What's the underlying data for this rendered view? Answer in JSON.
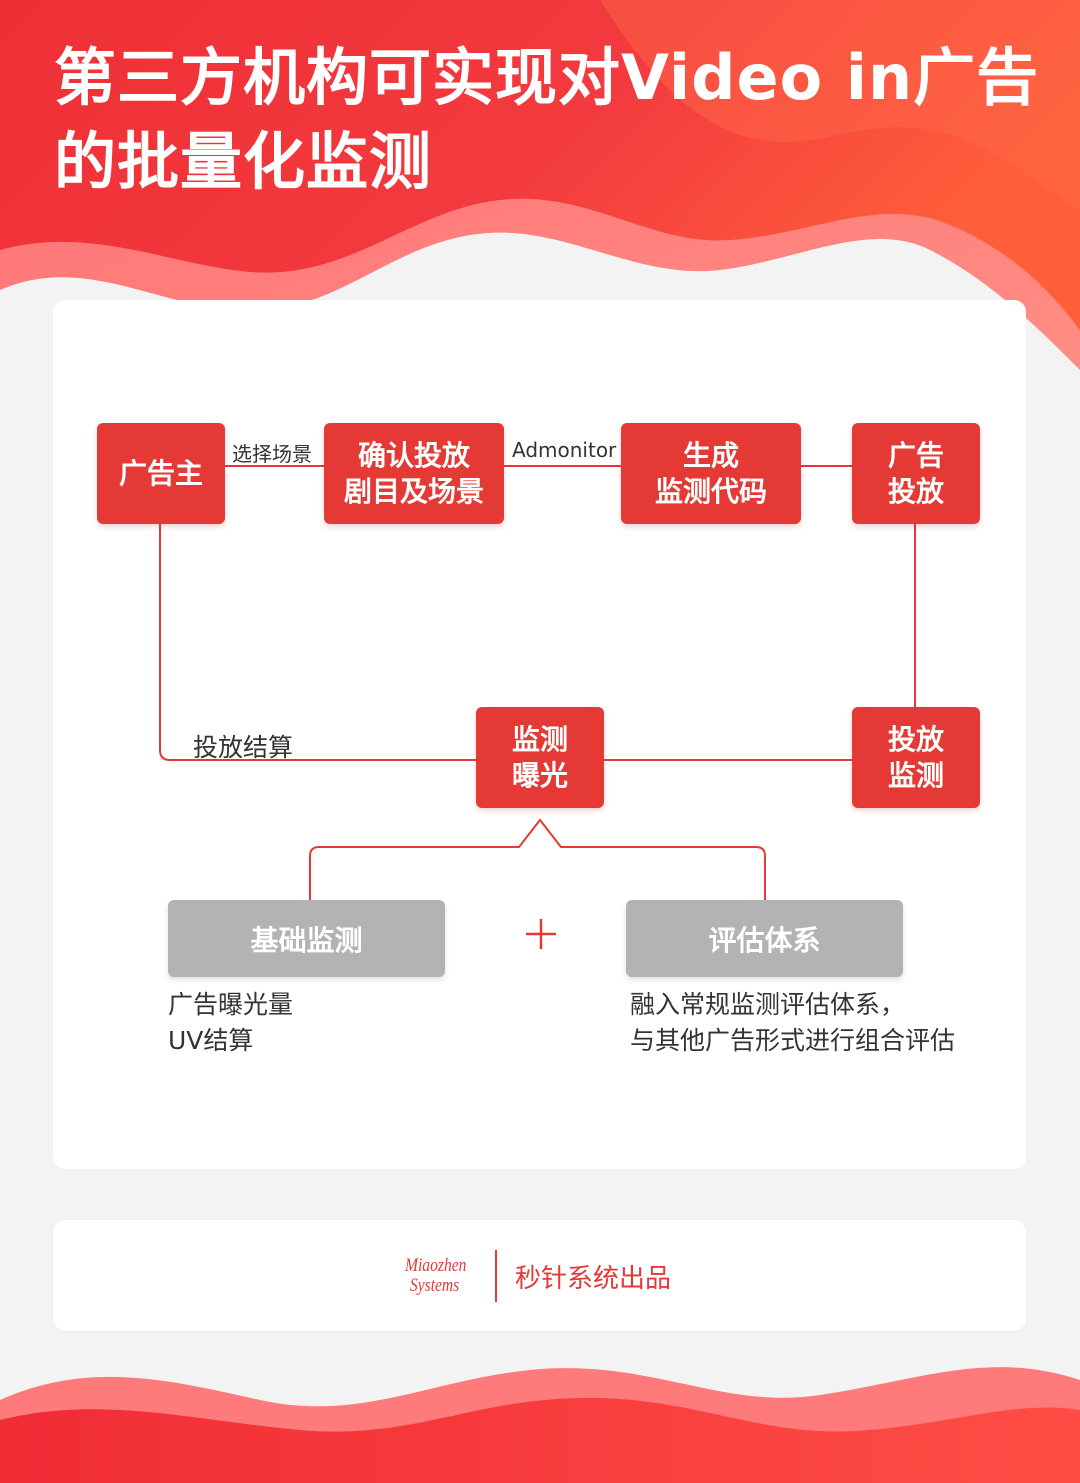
{
  "title": "第三方机构可实现对Video in广告的批量化监测",
  "nodes": {
    "advertiser": {
      "line1": "广告主"
    },
    "confirm": {
      "line1": "确认投放",
      "line2": "剧目及场景"
    },
    "generate": {
      "line1": "生成",
      "line2": "监测代码"
    },
    "deliver": {
      "line1": "广告",
      "line2": "投放"
    },
    "monitor": {
      "line1": "投放",
      "line2": "监测"
    },
    "exposure": {
      "line1": "监测",
      "line2": "曝光"
    }
  },
  "edge_labels": {
    "choose_scene": "选择场景",
    "admonitor": "Admonitor",
    "settlement": "投放结算"
  },
  "bottom": {
    "basic": {
      "label": "基础监测",
      "desc_line1": "广告曝光量",
      "desc_line2": "UV结算"
    },
    "evaluation": {
      "label": "评估体系",
      "desc_line1": "融入常规监测评估体系，",
      "desc_line2": "与其他广告形式进行组合评估"
    }
  },
  "footer": {
    "logo_line1": "Miaozhen",
    "logo_line2": "Systems",
    "tagline": "秒针系统出品"
  },
  "colors": {
    "accent": "#e53935",
    "gray_box": "#b3b3b3",
    "wave_light": "#ff6b6b",
    "wave_dark": "#e8232d"
  }
}
